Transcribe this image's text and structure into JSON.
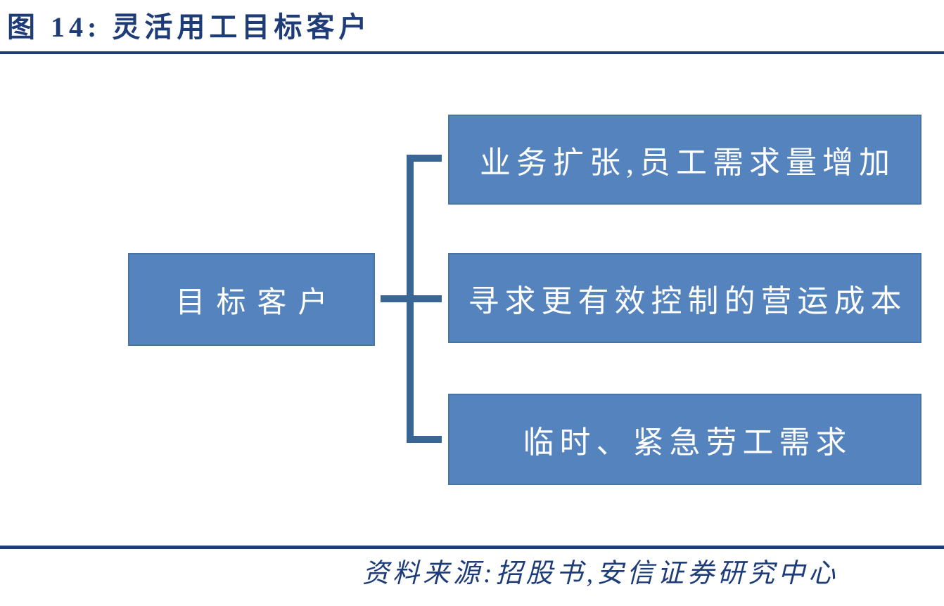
{
  "figure": {
    "title": "图 14: 灵活用工目标客户",
    "source": "资料来源:招股书,安信证券研究中心"
  },
  "diagram": {
    "root_label": "目标客户",
    "branches": [
      {
        "label": "业务扩张,员工需求量增加"
      },
      {
        "label": "寻求更有效控制的营运成本"
      },
      {
        "label": "临时、紧急劳工需求"
      }
    ]
  },
  "colors": {
    "title_navy": "#1E3C78",
    "box_fill": "#5483BD",
    "box_border": "#4A76A6",
    "box_text": "#FFFFFF",
    "connector": "#3A6696",
    "background": "#FFFFFF"
  }
}
